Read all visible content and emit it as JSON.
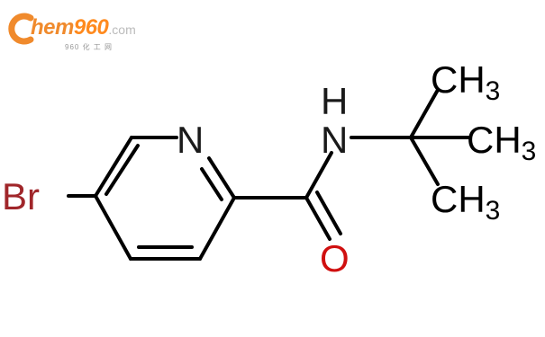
{
  "watermark": {
    "brand_c": "C",
    "brand_hem": "hem",
    "brand_num": "960",
    "brand_domain": ".com",
    "subtitle": "960 化 工 网",
    "colors": {
      "accent": "#f08a2c",
      "grey": "#bbbbbb"
    }
  },
  "molecule": {
    "atoms": {
      "bromine": "Br",
      "ring_nitrogen": "N",
      "amide_nitrogen": "N",
      "amide_hydrogen": "H",
      "oxygen": "O",
      "methyl_top": "CH",
      "methyl_top_sub": "3",
      "methyl_right": "CH",
      "methyl_right_sub": "3",
      "methyl_bottom": "CH",
      "methyl_bottom_sub": "3"
    },
    "colors": {
      "bond": "#000000",
      "bromine": "#a0262a",
      "nitrogen": "#1a1a1a",
      "oxygen": "#d01010"
    }
  }
}
